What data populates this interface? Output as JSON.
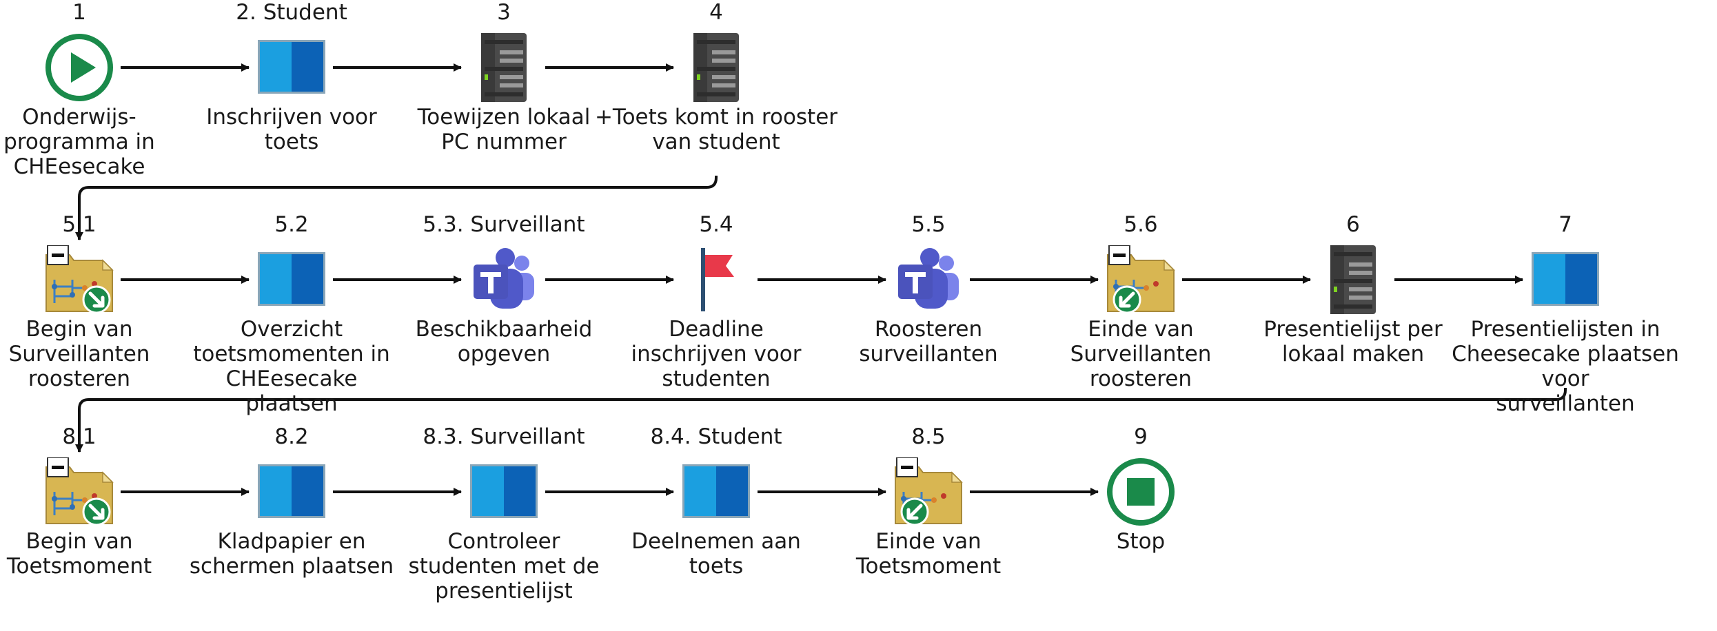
{
  "diagram": {
    "colors": {
      "green": "#1a8a4a",
      "arrow": "#111111",
      "screen_left": "#1b9fe0",
      "screen_right": "#0c62b6",
      "server": "#4a4a4a",
      "teams": "#5059c9",
      "flag": "#e8394a",
      "folder": "#d8b652"
    },
    "rows": [
      {
        "nodes": [
          {
            "id": "n1",
            "number": "1",
            "icon": "start-icon",
            "label": "Onderwijs-\nprogramma in\nCHEesecake"
          },
          {
            "id": "n2",
            "number": "2. Student",
            "icon": "screen-icon",
            "label": "Inschrijven voor\ntoets"
          },
          {
            "id": "n3",
            "number": "3",
            "icon": "server-icon",
            "label": "Toewijzen lokaal\nPC nummer"
          },
          {
            "id": "n4",
            "number": "4",
            "icon": "server-icon",
            "label": "+Toets komt in rooster\nvan student"
          }
        ]
      },
      {
        "nodes": [
          {
            "id": "n5_1",
            "number": "5.1",
            "icon": "folder-begin-icon",
            "label": "Begin van\nSurveillanten\nroosteren"
          },
          {
            "id": "n5_2",
            "number": "5.2",
            "icon": "screen-icon",
            "label": "Overzicht\ntoetsmomenten in\nCHEesecake\nplaatsen"
          },
          {
            "id": "n5_3",
            "number": "5.3. Surveillant",
            "icon": "teams-icon",
            "label": "Beschikbaarheid\nopgeven"
          },
          {
            "id": "n5_4",
            "number": "5.4",
            "icon": "flag-icon",
            "label": "Deadline\ninschrijven voor\nstudenten"
          },
          {
            "id": "n5_5",
            "number": "5.5",
            "icon": "teams-icon",
            "label": "Roosteren\nsurveillanten"
          },
          {
            "id": "n5_6",
            "number": "5.6",
            "icon": "folder-end-icon",
            "label": "Einde van\nSurveillanten\nroosteren"
          },
          {
            "id": "n6",
            "number": "6",
            "icon": "server-icon",
            "label": "Presentielijst per\nlokaal maken"
          },
          {
            "id": "n7",
            "number": "7",
            "icon": "screen-icon",
            "label": "Presentielijsten in\nCheesecake plaatsen voor\nsurveillanten"
          }
        ]
      },
      {
        "nodes": [
          {
            "id": "n8_1",
            "number": "8.1",
            "icon": "folder-begin-icon",
            "label": "Begin van\nToetsmoment"
          },
          {
            "id": "n8_2",
            "number": "8.2",
            "icon": "screen-icon",
            "label": "Kladpapier en\nschermen plaatsen"
          },
          {
            "id": "n8_3",
            "number": "8.3. Surveillant",
            "icon": "screen-icon",
            "label": "Controleer\nstudenten met de\npresentielijst"
          },
          {
            "id": "n8_4",
            "number": "8.4. Student",
            "icon": "screen-icon",
            "label": "Deelnemen aan\ntoets"
          },
          {
            "id": "n8_5",
            "number": "8.5",
            "icon": "folder-end-icon",
            "label": "Einde van\nToetsmoment"
          },
          {
            "id": "n9",
            "number": "9",
            "icon": "stop-icon",
            "label": "Stop"
          }
        ]
      }
    ]
  }
}
